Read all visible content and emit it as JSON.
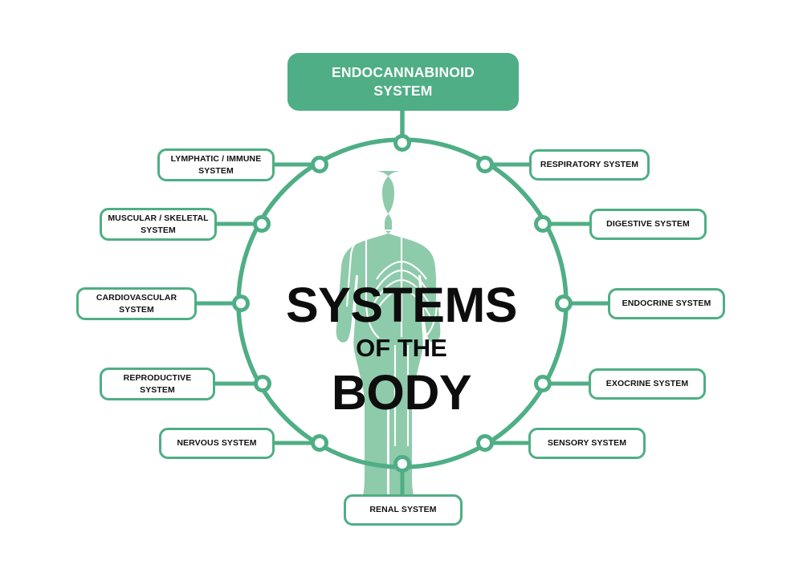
{
  "page": {
    "title": "Systems of the Body",
    "background_color": "#ffffff"
  },
  "colors": {
    "accent_green": "#4fae85",
    "silhouette_green": "#8ecbab",
    "text_dark": "#0d0d0d",
    "text_on_accent": "#ffffff",
    "node_fill": "#ffffff"
  },
  "header": {
    "label": "ENDOCANNABINOID\nSYSTEM"
  },
  "center": {
    "line1": "SYSTEMS",
    "line2": "OF THE",
    "line3": "BODY"
  },
  "figure": {
    "name": "human-body-silhouette"
  },
  "chart_data": {
    "type": "diagram",
    "title": "SYSTEMS OF THE BODY",
    "root": "ENDOCANNABINOID SYSTEM",
    "layout": "radial circle with 11 connector nodes",
    "node_count": 11,
    "nodes": [
      "LYMPHATIC / IMMUNE SYSTEM",
      "MUSCULAR / SKELETAL SYSTEM",
      "CARDIOVASCULAR SYSTEM",
      "REPRODUCTIVE SYSTEM",
      "NERVOUS SYSTEM",
      "RENAL SYSTEM",
      "SENSORY SYSTEM",
      "EXOCRINE SYSTEM",
      "ENDOCRINE SYSTEM",
      "DIGESTIVE SYSTEM",
      "RESPIRATORY SYSTEM"
    ]
  },
  "boxes": {
    "left": [
      {
        "key": "lymphatic-immune",
        "label": "LYMPHATIC / IMMUNE\nSYSTEM"
      },
      {
        "key": "muscular-skeletal",
        "label": "MUSCULAR / SKELETAL\nSYSTEM"
      },
      {
        "key": "cardiovascular",
        "label": "CARDIOVASCULAR\nSYSTEM"
      },
      {
        "key": "reproductive",
        "label": "REPRODUCTIVE\nSYSTEM"
      },
      {
        "key": "nervous",
        "label": "NERVOUS SYSTEM"
      }
    ],
    "right": [
      {
        "key": "respiratory",
        "label": "RESPIRATORY SYSTEM"
      },
      {
        "key": "digestive",
        "label": "DIGESTIVE SYSTEM"
      },
      {
        "key": "endocrine",
        "label": "ENDOCRINE SYSTEM"
      },
      {
        "key": "exocrine",
        "label": "EXOCRINE SYSTEM"
      },
      {
        "key": "sensory",
        "label": "SENSORY SYSTEM"
      }
    ],
    "bottom": [
      {
        "key": "renal",
        "label": "RENAL SYSTEM"
      }
    ]
  }
}
